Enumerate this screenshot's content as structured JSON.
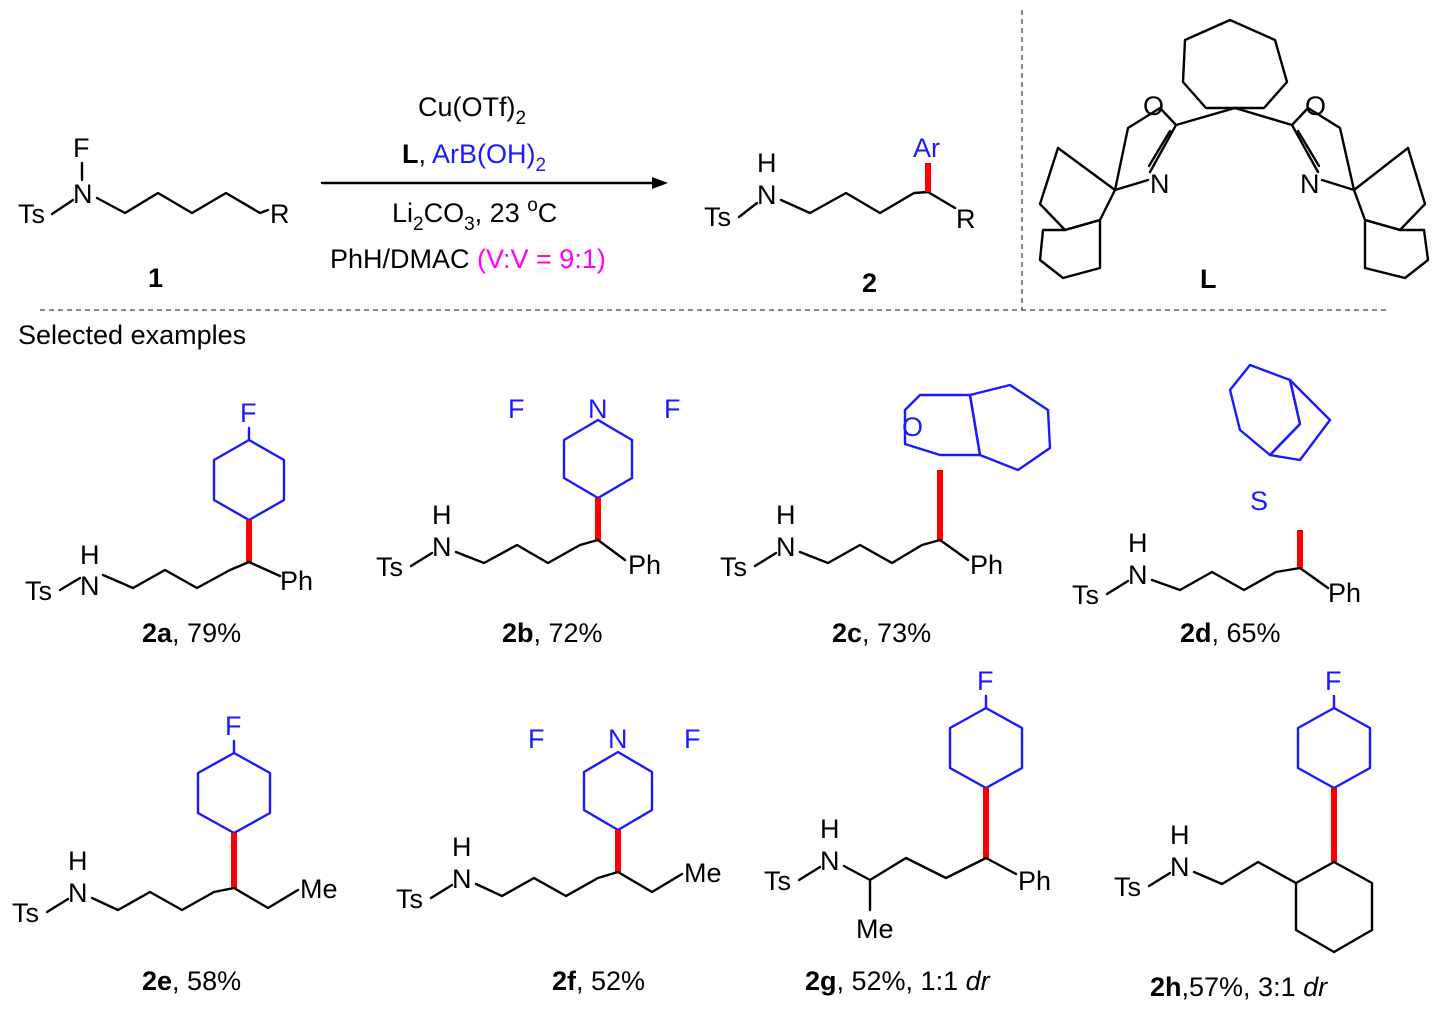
{
  "reaction": {
    "reagent_1": "Cu(OTf)",
    "reagent_1_sub": "2",
    "ligand_label": "L",
    "ligand_sep": ", ",
    "aryl_reagent": "ArB(OH)",
    "aryl_reagent_sub": "2",
    "base_prefix": "Li",
    "base_sub_1": "2",
    "base_mid": "CO",
    "base_sub_2": "3",
    "base_suffix": ", 23 ",
    "temp_sup": "o",
    "temp_unit": "C",
    "solvent": "PhH/DMAC ",
    "ratio": "(V:V = 9:1)",
    "start_label": "1",
    "product_label": "2",
    "aryl_label": "Ar"
  },
  "atoms": {
    "fluorine": "F",
    "nitrogen": "N",
    "nitrogen_h": "H",
    "tosyl": "Ts",
    "r_group": "R",
    "phenyl": "Ph",
    "methyl": "Me",
    "oxygen": "O",
    "sulfur": "S"
  },
  "ligand": {
    "label": "L"
  },
  "section_title": "Selected examples",
  "examples": [
    {
      "id": "2a",
      "yield": ", 79%",
      "dr": ""
    },
    {
      "id": "2b",
      "yield": ", 72%",
      "dr": ""
    },
    {
      "id": "2c",
      "yield": ", 73%",
      "dr": ""
    },
    {
      "id": "2d",
      "yield": ", 65%",
      "dr": ""
    },
    {
      "id": "2e",
      "yield": ", 58%",
      "dr": ""
    },
    {
      "id": "2f",
      "yield": ", 52%",
      "dr": ""
    },
    {
      "id": "2g",
      "yield": ", 52%, 1:1 ",
      "dr": "dr"
    },
    {
      "id": "2h",
      "yield": ",57%, 3:1 ",
      "dr": "dr"
    }
  ],
  "colors": {
    "aryl": "#1a1aff",
    "new_bond": "#ff0000",
    "ratio": "#ff00ff"
  }
}
